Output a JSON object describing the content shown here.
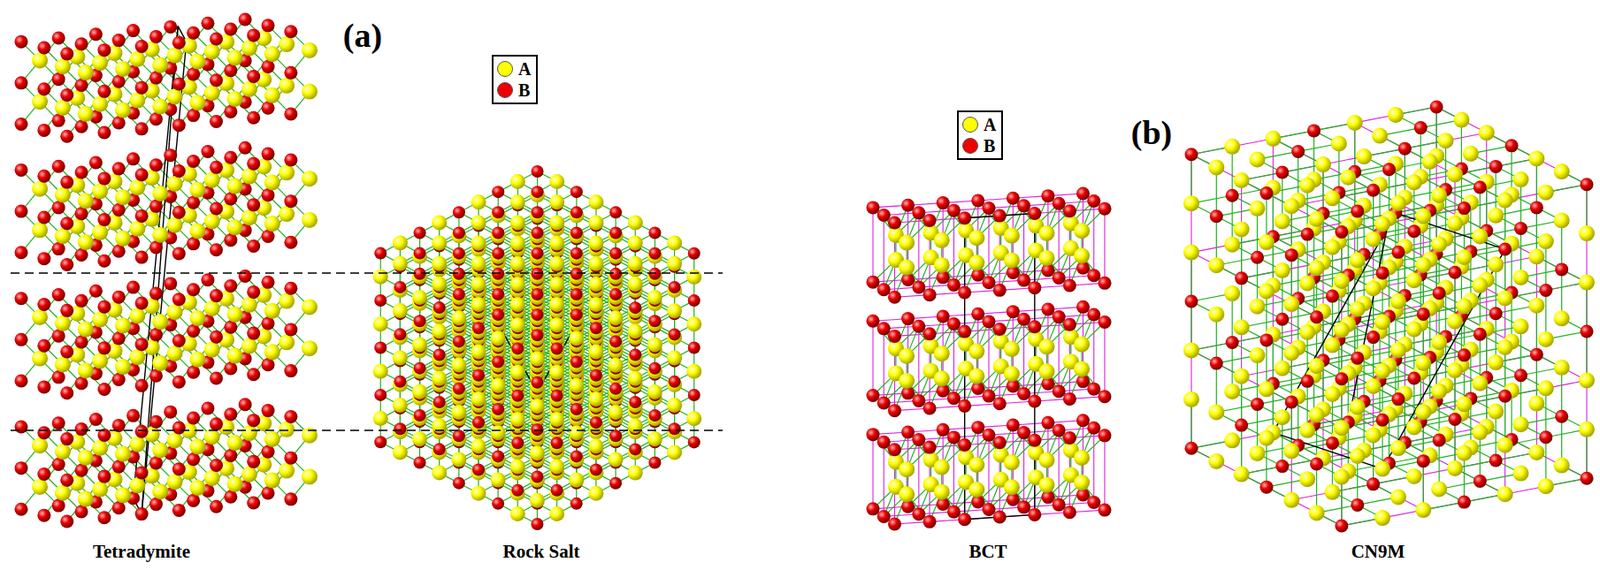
{
  "diagram": {
    "labels": [
      "(a)",
      "Tetradymite",
      "Rock Salt",
      "(b)",
      "BCT",
      "CN9M"
    ],
    "legend": [
      {
        "text": "A",
        "color": "#ffff00"
      },
      {
        "text": "B",
        "color": "#ee0000"
      },
      {
        "text": "A",
        "color": "#ffff00"
      },
      {
        "text": "B",
        "color": "#ee0000"
      }
    ]
  }
}
